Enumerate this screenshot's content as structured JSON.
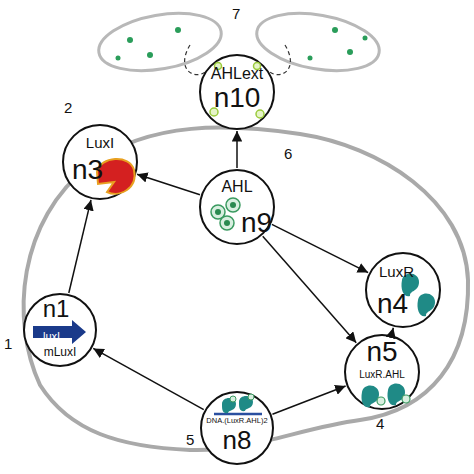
{
  "diagram": {
    "nodes": [
      {
        "text": [
          "AHLext",
          "n10"
        ]
      },
      {
        "text": [
          "LuxI",
          "n3"
        ]
      },
      {
        "text": [
          "AHL",
          "n9"
        ]
      },
      {
        "text": [
          "LuxR",
          "n4"
        ]
      },
      {
        "text": [
          "n1",
          "luxI",
          "mLuxI"
        ]
      },
      {
        "text": [
          "n5",
          "LuxR.AHL"
        ]
      },
      {
        "text": [
          "DNA.(LuxR.AHL)2",
          "n8"
        ]
      }
    ],
    "edges": [
      {
        "from": 4,
        "to": 1,
        "arrow": "to"
      },
      {
        "from": 6,
        "to": 4,
        "arrow": "to"
      },
      {
        "from": 6,
        "to": 5,
        "arrow": "to"
      },
      {
        "from": 2,
        "to": 1,
        "arrow": "to"
      },
      {
        "from": 2,
        "to": 0,
        "arrow": "to"
      },
      {
        "from": 2,
        "to": 3,
        "arrow": "to"
      },
      {
        "from": 2,
        "to": 5,
        "arrow": "to"
      },
      {
        "from": 5,
        "to": 3,
        "arrow": "to"
      }
    ],
    "labels": [
      "7",
      "2",
      "6",
      "1",
      "4",
      "5"
    ]
  }
}
